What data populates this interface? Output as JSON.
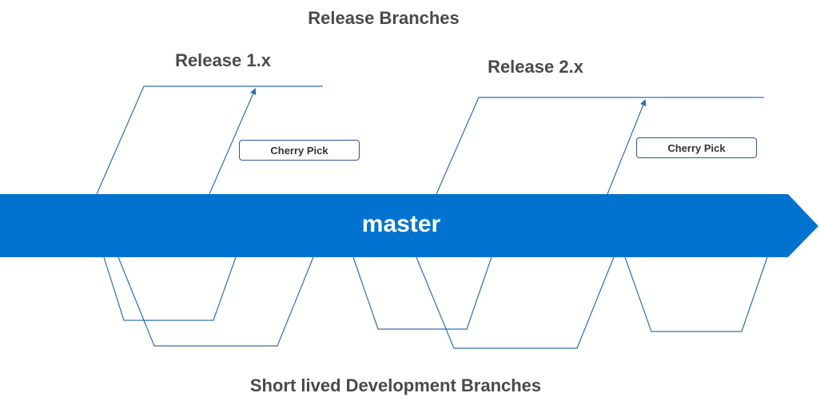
{
  "title": "Release Branches",
  "releases": [
    {
      "label": "Release 1.x",
      "cherry_pick_label": "Cherry Pick"
    },
    {
      "label": "Release 2.x",
      "cherry_pick_label": "Cherry Pick"
    }
  ],
  "main_branch": {
    "label": "master"
  },
  "footer": "Short lived Development Branches",
  "colors": {
    "master_arrow": "#0073d1",
    "branch_line": "#2f6fb3",
    "label_text": "#4a4a4a",
    "cherry_box_border": "#2f5597"
  }
}
